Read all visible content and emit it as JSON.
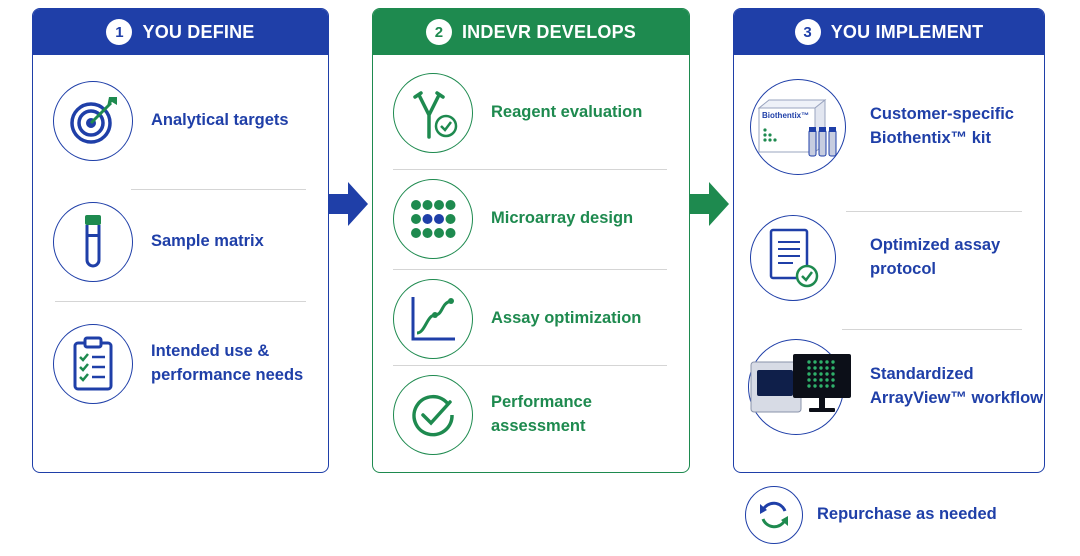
{
  "colors": {
    "blue": "#1f3fa8",
    "green": "#1e8a4f",
    "separator": "#d5d5d5"
  },
  "steps": [
    {
      "number": "1",
      "title": "YOU DEFINE",
      "items": [
        {
          "label": "Analytical targets",
          "icon": "target-icon"
        },
        {
          "label": "Sample matrix",
          "icon": "test-tube-icon"
        },
        {
          "label": "Intended use &\nperformance needs",
          "icon": "clipboard-checklist-icon"
        }
      ]
    },
    {
      "number": "2",
      "title": "INDEVR DEVELOPS",
      "items": [
        {
          "label": "Reagent evaluation",
          "icon": "antibody-check-icon"
        },
        {
          "label": "Microarray design",
          "icon": "microarray-dots-icon"
        },
        {
          "label": "Assay optimization",
          "icon": "graph-curve-icon"
        },
        {
          "label": "Performance assessment",
          "icon": "check-circle-icon"
        }
      ]
    },
    {
      "number": "3",
      "title": "YOU IMPLEMENT",
      "items": [
        {
          "label": "Customer-specific\nBiothentix™ kit",
          "icon": "kit-box-icon",
          "kit_text": "Biothentix™"
        },
        {
          "label": "Optimized assay\nprotocol",
          "icon": "document-check-icon"
        },
        {
          "label": "Standardized\nArrayView™ workflow",
          "icon": "imager-monitor-icon"
        }
      ]
    }
  ],
  "repurchase": {
    "label": "Repurchase as needed",
    "icon": "refresh-cycle-icon"
  }
}
